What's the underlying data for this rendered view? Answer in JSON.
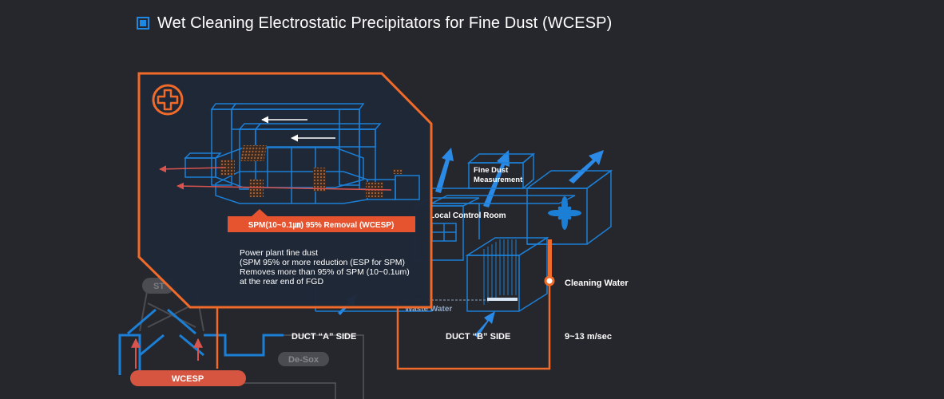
{
  "title": "Wet Cleaning Electrostatic Precipitators for Fine Dust (WCESP)",
  "colors": {
    "accent_orange": "#f06a2a",
    "line_blue": "#1c7fd6",
    "arrow_blue": "#2a8ae6",
    "bg": "#26272c",
    "panel_bg": "#1f2838"
  },
  "labels": {
    "fine_dust_measurement": "Fine Dust\nMeasurement",
    "local_control_room": "Local Control Room",
    "cleaning_water": "Cleaning Water",
    "waste_water": "Waste Water",
    "duct_a": "DUCT “A” SIDE",
    "duct_b": "DUCT “B” SIDE",
    "speed": "9~13 m/sec",
    "de_sox": "De-Sox",
    "stack": "ST",
    "wcesp": "WCESP"
  },
  "callout": {
    "banner": "SPM(10~0.1㎛) 95% Removal (WCESP)",
    "description": [
      "Power plant fine dust",
      "(SPM 95% or more reduction (ESP for SPM)",
      "Removes more than 95% of SPM (10~0.1um)",
      "at the rear end of FGD"
    ]
  },
  "icons": {
    "plus": "plus-circle-icon",
    "fan": "fan-icon",
    "window": "window-icon"
  }
}
